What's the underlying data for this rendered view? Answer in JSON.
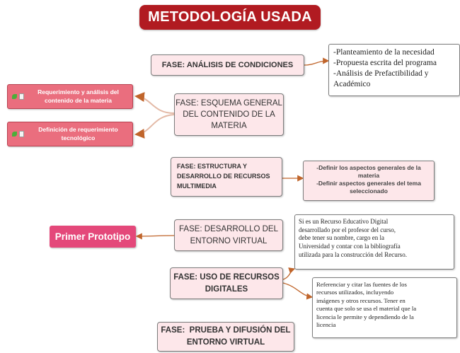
{
  "title": "METODOLOGÍA USADA",
  "phases": {
    "analisis": "FASE: ANÁLISIS DE CONDICIONES",
    "esquema": [
      "FASE: ESQUEMA GENERAL",
      "DEL CONTENIDO DE LA",
      "MATERIA"
    ],
    "estructura": [
      "FASE: ESTRUCTURA Y",
      "DESARROLLO DE RECURSOS",
      "MULTIMEDIA"
    ],
    "entorno": [
      "FASE: DESARROLLO DEL",
      "ENTORNO VIRTUAL"
    ],
    "uso": [
      "FASE: USO DE RECURSOS",
      "DIGITALES"
    ],
    "prueba": [
      "FASE:  PRUEBA Y DIFUSIÓN DEL",
      "ENTORNO VIRTUAL"
    ]
  },
  "analisis_details": [
    "-Planteamiento de la necesidad",
    "-Propuesta escrita del programa",
    "-Análisis de Prefactibilidad y",
    "Académico"
  ],
  "left_items": [
    {
      "lines": [
        "Requerimiento y análisis del",
        "contenido de la materia"
      ]
    },
    {
      "lines": [
        "Definición de requerimiento",
        "tecnológico"
      ]
    }
  ],
  "estructura_details": [
    "-Definir los aspectos generales de la",
    "materia",
    "-Definir aspectos generales del tema",
    "seleccionado"
  ],
  "prototype": "Primer Prototipo",
  "entorno_note": [
    "Si es un Recurso Educativo Digital",
    "desarrollado por el profesor del curso,",
    "debe tener su nombre, cargo en la",
    "Universidad y contar con la bibliografía",
    "utilizada para la construcción del Recurso."
  ],
  "uso_note": [
    "Referenciar y citar las fuentes de los",
    "recursos utilizados, incluyendo",
    "imágenes y otros recursos. Tener en",
    "cuenta que solo se usa el material que la",
    "licencia le permite y dependiendo de la",
    "licencia"
  ],
  "colors": {
    "title_bg": "#b11b21",
    "phase_bg": "#fde7ea",
    "red_box": "#ea6e7e",
    "prototype": "#e4487a",
    "connector": "#c0652b"
  }
}
